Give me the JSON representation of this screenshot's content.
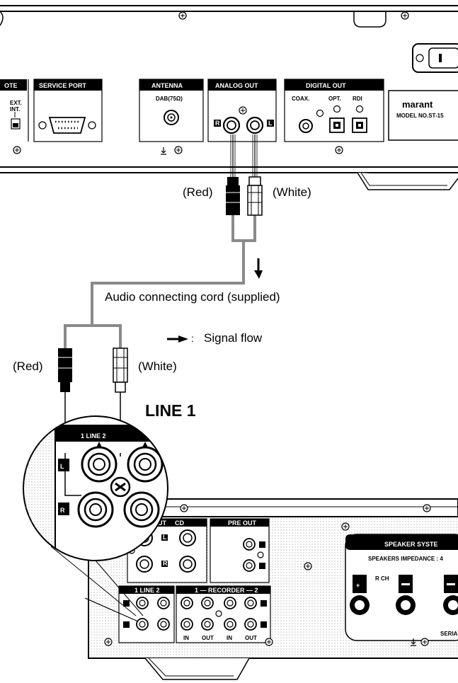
{
  "tuner": {
    "remote_label": "OTE",
    "ext_label": "EXT.",
    "int_label": "INT.",
    "service_port_label": "SERVICE PORT",
    "antenna_label": "ANTENNA",
    "dab_label": "DAB(75Ω)",
    "analog_out_label": "ANALOG OUT",
    "digital_out_label": "DIGITAL OUT",
    "coax_label": "COAX.",
    "opt_label": "OPT.",
    "rdi_label": "RDI",
    "brand_label": "marant",
    "model_label": "MODEL NO.ST-15"
  },
  "cable": {
    "top_red_label": "(Red)",
    "top_white_label": "(White)",
    "cord_label": "Audio connecting cord (supplied)",
    "signal_flow_label": "Signal flow",
    "signal_flow_sep": ":",
    "bottom_red_label": "(Red)",
    "bottom_white_label": "(White)"
  },
  "line1_title": "LINE 1",
  "magnified": {
    "line_header": "1  LINE  2",
    "l_badge": "L",
    "r_badge": "R"
  },
  "amp": {
    "input_label": "INPUT",
    "cd_label": "CD",
    "pre_out_label": "PRE OUT",
    "line_label": "1  LINE  2",
    "recorder_label": "1 — RECORDER — 2",
    "in_label": "IN",
    "out_label": "OUT",
    "in2_label": "IN",
    "out2_label": "OUT",
    "speaker_title": "SPEAKER SYSTE",
    "impedance_label": "SPEAKERS IMPEDANCE  : 4",
    "rch_label": "R CH",
    "serial_label": "SERIA",
    "l_badge": "L",
    "r_badge": "R"
  },
  "colors": {
    "cable": "#8a8a8a",
    "stroke": "#000000",
    "paper": "#ffffff"
  }
}
